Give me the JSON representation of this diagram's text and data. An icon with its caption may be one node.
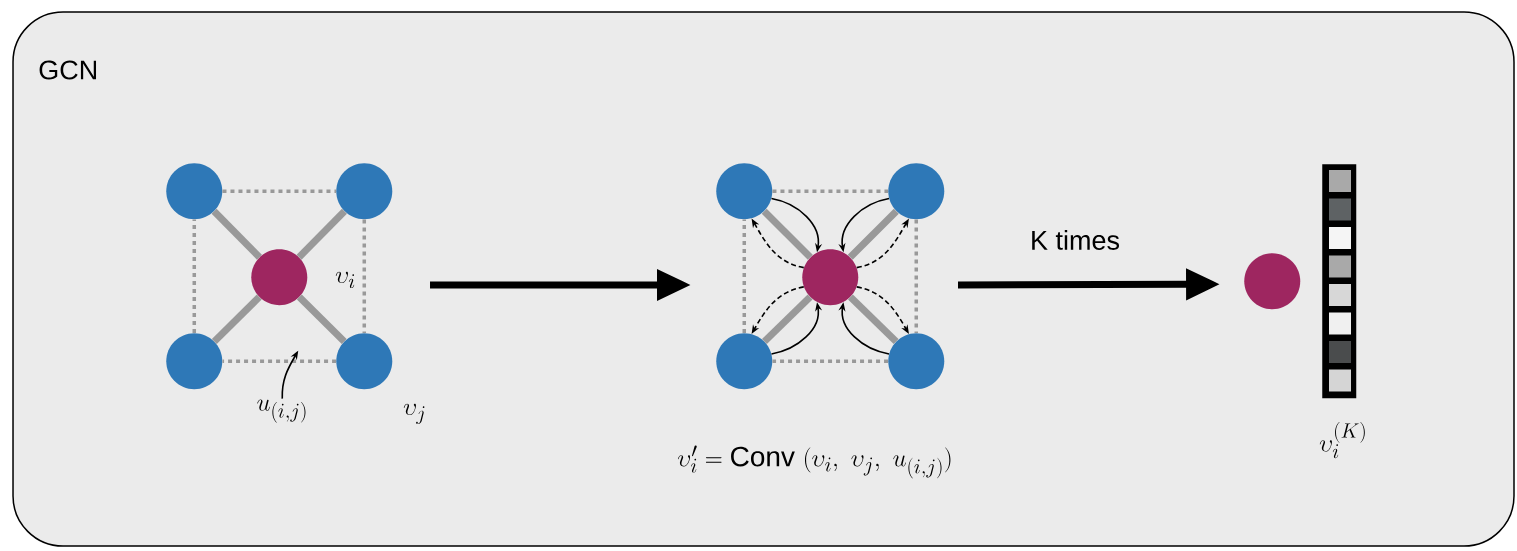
{
  "diagram": {
    "nodes": [
      {
        "text": [
          "GCN"
        ]
      },
      {
        "text": [],
        "shape": "circle",
        "in": 0
      },
      {
        "text": [],
        "shape": "circle",
        "in": 0
      },
      {
        "text": [],
        "shape": "circle",
        "in": 0,
        "beside": [
          "\\upsilon_i"
        ]
      },
      {
        "text": [],
        "shape": "circle",
        "in": 0
      },
      {
        "text": [],
        "shape": "circle",
        "in": 0,
        "beside": [
          "\\upsilon_j"
        ]
      },
      {
        "text": [
          "u_{(i,j)}"
        ],
        "in": 0
      },
      {
        "text": [],
        "shape": "circle",
        "in": 0
      },
      {
        "text": [],
        "shape": "circle",
        "in": 0
      },
      {
        "text": [],
        "shape": "circle",
        "in": 0
      },
      {
        "text": [],
        "shape": "circle",
        "in": 0
      },
      {
        "text": [],
        "shape": "circle",
        "in": 0
      },
      {
        "text": [],
        "shape": "circle",
        "in": 0
      },
      {
        "text": [],
        "shape": "bar",
        "in": 0,
        "beside": [
          "\\upsilon_i^{(K)}"
        ]
      }
    ],
    "edges": [
      {
        "from": 3,
        "to": 1,
        "arrow": "none",
        "style": "thick",
        "color": "#999999"
      },
      {
        "from": 3,
        "to": 2,
        "arrow": "none",
        "style": "thick",
        "color": "#999999"
      },
      {
        "from": 3,
        "to": 4,
        "arrow": "none",
        "style": "thick",
        "color": "#999999"
      },
      {
        "from": 3,
        "to": 5,
        "arrow": "none",
        "style": "thick",
        "color": "#999999"
      },
      {
        "from": 1,
        "to": 2,
        "arrow": "none",
        "style": "dashed",
        "color": "#999999"
      },
      {
        "from": 2,
        "to": 5,
        "arrow": "none",
        "style": "dashed",
        "color": "#999999"
      },
      {
        "from": 5,
        "to": 4,
        "arrow": "none",
        "style": "dashed",
        "color": "#999999"
      },
      {
        "from": 4,
        "to": 1,
        "arrow": "none",
        "style": "dashed",
        "color": "#999999"
      },
      {
        "from": 6,
        "to": null,
        "arrow": "to",
        "color": "#000000"
      },
      {
        "from": 9,
        "to": 7,
        "arrow": "none",
        "style": "thick",
        "color": "#999999"
      },
      {
        "from": 9,
        "to": 8,
        "arrow": "none",
        "style": "thick",
        "color": "#999999"
      },
      {
        "from": 9,
        "to": 10,
        "arrow": "none",
        "style": "thick",
        "color": "#999999"
      },
      {
        "from": 9,
        "to": 11,
        "arrow": "none",
        "style": "thick",
        "color": "#999999"
      },
      {
        "from": 7,
        "to": 8,
        "arrow": "none",
        "style": "dashed",
        "color": "#999999"
      },
      {
        "from": 8,
        "to": 11,
        "arrow": "none",
        "style": "dashed",
        "color": "#999999"
      },
      {
        "from": 11,
        "to": 10,
        "arrow": "none",
        "style": "dashed",
        "color": "#999999"
      },
      {
        "from": 10,
        "to": 7,
        "arrow": "none",
        "style": "dashed",
        "color": "#999999"
      },
      {
        "from": 7,
        "to": 9,
        "arrow": "to",
        "color": "#000000"
      },
      {
        "from": 8,
        "to": 9,
        "arrow": "to",
        "color": "#000000"
      },
      {
        "from": 10,
        "to": 9,
        "arrow": "to",
        "color": "#000000"
      },
      {
        "from": 11,
        "to": 9,
        "arrow": "to",
        "color": "#000000"
      },
      {
        "from": 9,
        "to": 7,
        "arrow": "to",
        "style": "dashed",
        "color": "#000000"
      },
      {
        "from": 9,
        "to": 8,
        "arrow": "to",
        "style": "dashed",
        "color": "#000000"
      },
      {
        "from": 9,
        "to": 10,
        "arrow": "to",
        "style": "dashed",
        "color": "#000000"
      },
      {
        "from": 9,
        "to": 11,
        "arrow": "to",
        "style": "dashed",
        "color": "#000000"
      },
      {
        "from": null,
        "to": 12,
        "arrow": "to",
        "style": "thick",
        "color": "#000000",
        "label": "K times"
      }
    ],
    "labels": [
      "\\upsilon'_i = \\mbox{Conv}\\ (\\upsilon_i,\\ \\upsilon_j,\\ u_{(i,j)})"
    ]
  }
}
